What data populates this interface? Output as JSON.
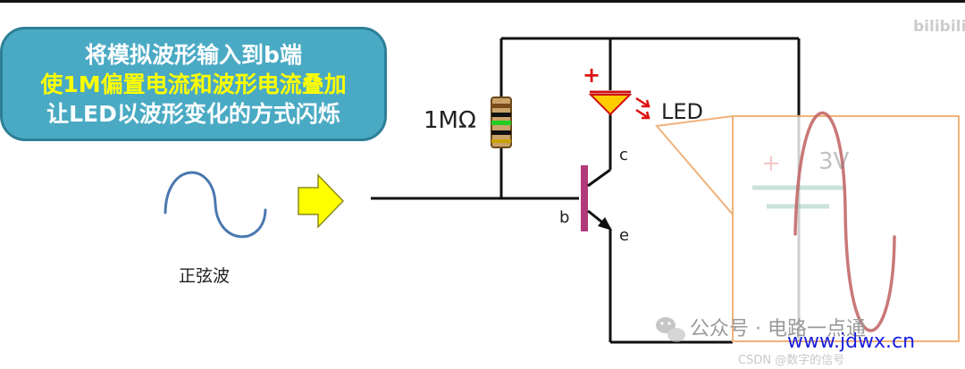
{
  "caption": {
    "line1": "将模拟波形输入到b端",
    "line2": "使1M偏置电流和波形电流叠加",
    "line3": "让LED以波形变化的方式闪烁"
  },
  "labels": {
    "sine": "正弦波",
    "resistor": "1MΩ",
    "led": "LED",
    "led_plus": "+",
    "collector": "c",
    "base": "b",
    "emitter": "e",
    "battery_plus": "+",
    "battery_voltage": "3V"
  },
  "watermarks": {
    "bilibili": "bilibili",
    "wechat": "公众号 · 电路一点通",
    "site": "www.jdwx.cn",
    "csdn": "CSDN @数字的信号"
  },
  "colors": {
    "caption_bg": "#4aaac4",
    "caption_highlight": "#ffff00",
    "arrow": "#ffff00",
    "led": "#ffcc00",
    "led_rays": "#dd1111",
    "transistor_base": "#b03a7a",
    "sine_left": "#4a78b0",
    "sine_zoom": "#c06060",
    "zoom_frame": "#f0b27a",
    "site_text": "#1a20e0"
  },
  "icons": [
    "wechat-icon"
  ]
}
